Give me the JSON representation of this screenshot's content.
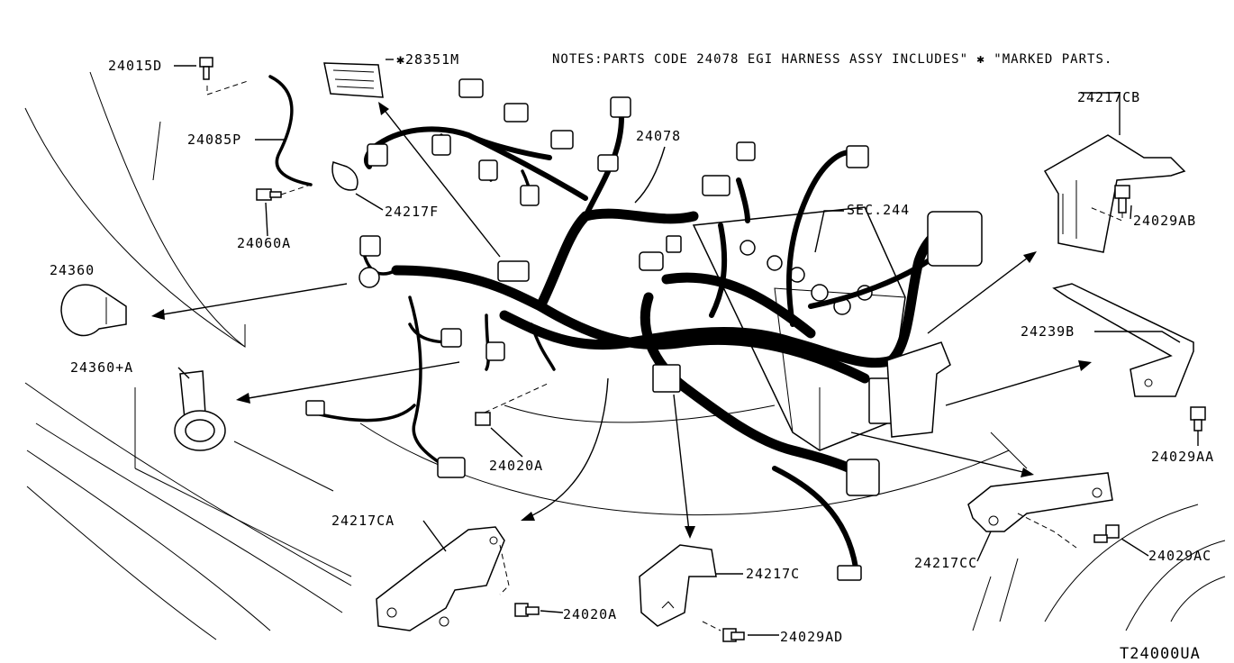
{
  "notes": {
    "text": "NOTES:PARTS CODE  24078 EGI HARNESS ASSY INCLUDES\" ✱ \"MARKED PARTS."
  },
  "diagram_id": "T24000UA",
  "labels": {
    "p24015d": "24015D",
    "p28351m": "✱28351M",
    "p24085p": "24085P",
    "p24217f": "24217F",
    "p24060a": "24060A",
    "p24078": "24078",
    "p24217cb": "24217CB",
    "psec244": "SEC.244",
    "p24029ab": "24029AB",
    "p24360": "24360",
    "p24239b": "24239B",
    "p24360a": "24360+A",
    "p24029aa": "24029AA",
    "p24020a_top": "24020A",
    "p24217ca": "24217CA",
    "p24217c": "24217C",
    "p24217cc": "24217CC",
    "p24029ac": "24029AC",
    "p24020a_bot": "24020A",
    "p24029ad": "24029AD"
  }
}
